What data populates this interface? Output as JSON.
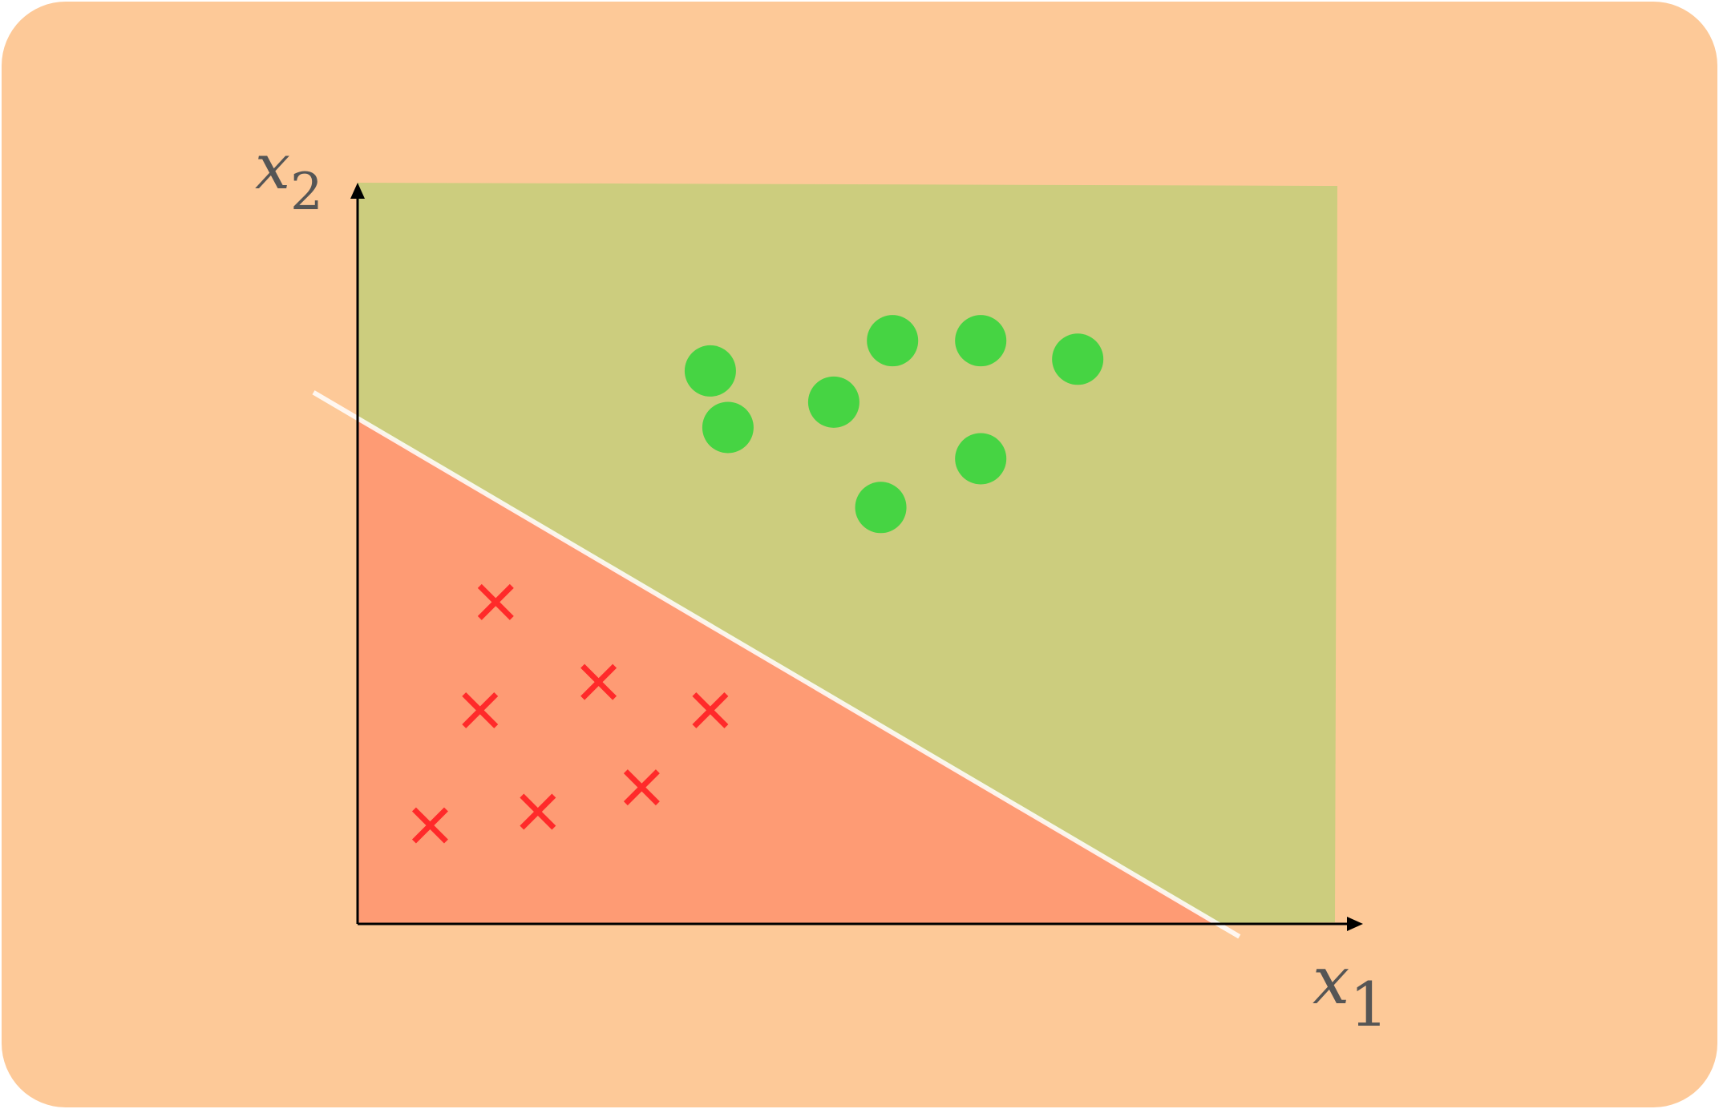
{
  "chart_data": {
    "type": "scatter",
    "title": "",
    "xlabel": {
      "var": "x",
      "sub": "1"
    },
    "ylabel": {
      "var": "x",
      "sub": "2"
    },
    "xlim": [
      0,
      10
    ],
    "ylim": [
      0,
      7.6
    ],
    "grid": false,
    "legend": "none",
    "decision_boundary": {
      "x1": [
        -0.45,
        9.0
      ],
      "x2": [
        5.45,
        -0.13
      ]
    },
    "series": [
      {
        "marker": "circle",
        "color": "#46d443",
        "points": [
          {
            "x": 3.6,
            "y": 5.67
          },
          {
            "x": 3.78,
            "y": 5.09
          },
          {
            "x": 4.86,
            "y": 5.35
          },
          {
            "x": 5.46,
            "y": 5.98
          },
          {
            "x": 6.36,
            "y": 5.98
          },
          {
            "x": 7.35,
            "y": 5.79
          },
          {
            "x": 6.36,
            "y": 4.77
          },
          {
            "x": 5.34,
            "y": 4.27
          }
        ]
      },
      {
        "marker": "x",
        "color": "#ff2a2a",
        "points": [
          {
            "x": 1.41,
            "y": 3.3
          },
          {
            "x": 1.25,
            "y": 2.19
          },
          {
            "x": 2.46,
            "y": 2.48
          },
          {
            "x": 3.6,
            "y": 2.19
          },
          {
            "x": 0.74,
            "y": 1.01
          },
          {
            "x": 1.84,
            "y": 1.15
          },
          {
            "x": 2.9,
            "y": 1.4
          }
        ]
      }
    ],
    "colors": {
      "background": "#fdc998",
      "region_positive": "#cccd7e",
      "region_negative": "#fe9b74",
      "boundary": "#ffffff",
      "axis": "#000000"
    }
  }
}
